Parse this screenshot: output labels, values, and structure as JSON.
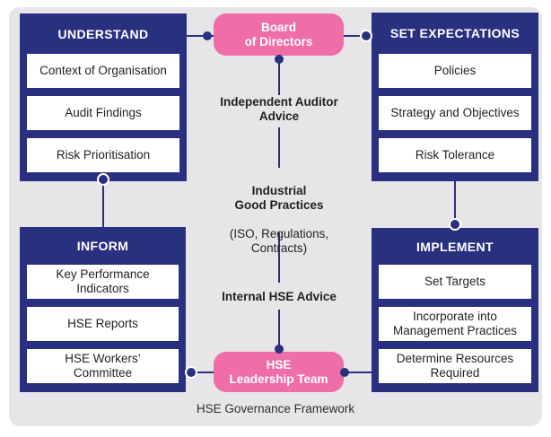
{
  "caption": "HSE Governance Framework",
  "colors": {
    "navy": "#2a3080",
    "pink": "#ef6ea8",
    "panel_background": "#e6e6e8",
    "text_dark": "#231f20",
    "white": "#ffffff"
  },
  "panels": {
    "understand": {
      "title": "UNDERSTAND",
      "items": [
        "Context of Organisation",
        "Audit Findings",
        "Risk Prioritisation"
      ]
    },
    "set_expectations": {
      "title": "SET EXPECTATIONS",
      "items": [
        "Policies",
        "Strategy and Objectives",
        "Risk Tolerance"
      ]
    },
    "inform": {
      "title": "INFORM",
      "items": [
        "Key Performance\nIndicators",
        "HSE Reports",
        "HSE Workers’\nCommittee"
      ]
    },
    "implement": {
      "title": "IMPLEMENT",
      "items": [
        "Set Targets",
        "Incorporate into\nManagement Practices",
        "Determine Resources\nRequired"
      ]
    }
  },
  "nodes": {
    "board_of_directors": "Board\nof Directors",
    "hse_leadership_team": "HSE\nLeadership Team"
  },
  "advice_labels": {
    "independent_auditor": "Independent Auditor\nAdvice",
    "industrial_good_practices": "Industrial\nGood Practices",
    "industrial_good_practices_detail": "(ISO, Regulations,\nContracts)",
    "internal_hse": "Internal HSE Advice"
  }
}
